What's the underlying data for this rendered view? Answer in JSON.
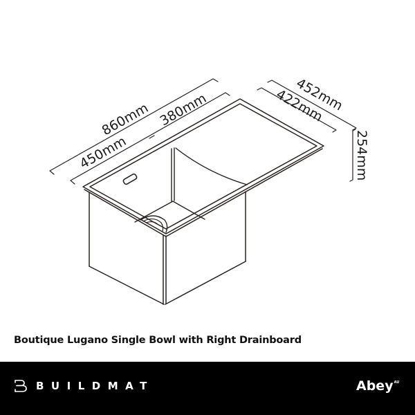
{
  "drawing": {
    "subject": "Sink with single bowl and right drainboard, isometric line drawing",
    "dimensions": {
      "overall_length": "860mm",
      "bowl_length": "450mm",
      "drainboard_length": "380mm",
      "overall_width": "452mm",
      "bowl_width": "422mm",
      "bowl_depth": "254mm"
    },
    "line_color": "#2a2220"
  },
  "caption": {
    "title": "Boutique Lugano Single Bowl with Right Drainboard"
  },
  "footer": {
    "background": "#000000",
    "left_logo": {
      "icon": "buildmat-b-icon",
      "text": "BUILDMAT"
    },
    "right_logo": {
      "text": "Abey",
      "superscript": "AU"
    }
  }
}
